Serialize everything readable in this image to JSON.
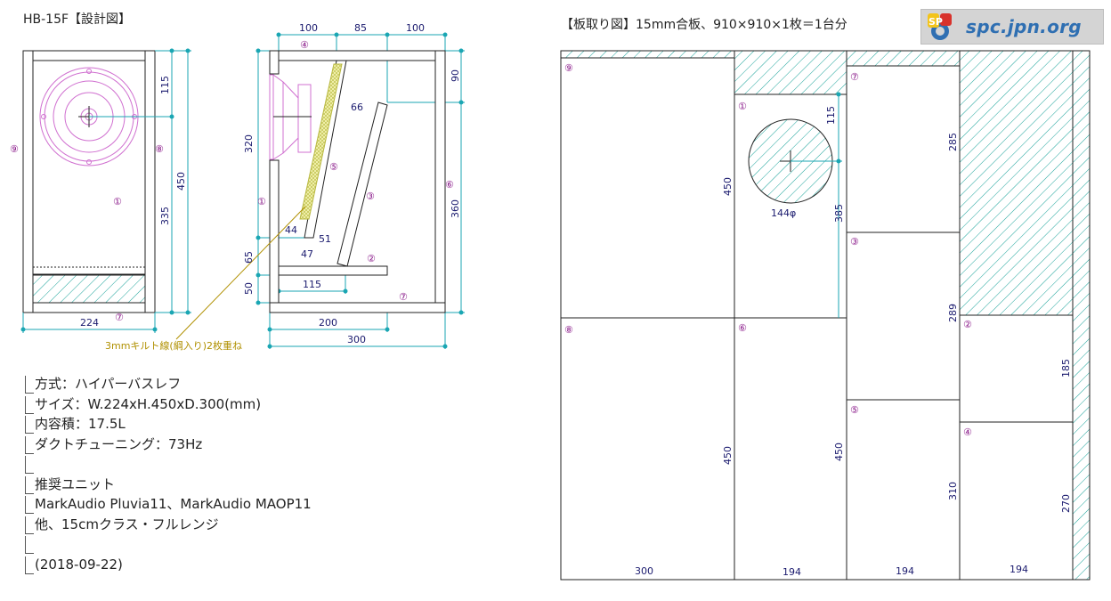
{
  "left_title": "HB-15F【設計図】",
  "right_title": "【板取り図】15mm合板、910×910×1枚＝1台分",
  "logo": {
    "text": "spc.jpn.org",
    "mark_letters": "SP"
  },
  "colors": {
    "hatch": "#1aa39a",
    "dim_line": "#1aa6b3",
    "dim_text": "#1a1a6e",
    "circled": "#8a1a8a",
    "unit": "#c050c0",
    "kilt": "#cccc44",
    "leader": "#b09000"
  },
  "front_view": {
    "label_9": "⑨",
    "label_8": "⑧",
    "label_1": "①",
    "label_7": "⑦",
    "dim_115": "115",
    "dim_335": "335",
    "dim_450": "450",
    "dim_224": "224"
  },
  "side_view": {
    "top_100a": "100",
    "top_85": "85",
    "top_100b": "100",
    "label_4": "④",
    "label_1": "①",
    "label_5": "⑤",
    "label_3": "③",
    "label_2": "②",
    "label_6": "⑥",
    "label_7": "⑦",
    "dim_320": "320",
    "dim_65": "65",
    "dim_50": "50",
    "dim_66": "66",
    "dim_44": "44",
    "dim_51": "51",
    "dim_47": "47",
    "dim_115": "115",
    "dim_200": "200",
    "dim_300": "300",
    "dim_90": "90",
    "dim_360": "360",
    "kilt_note": "3mmキルト線(綱入り)2枚重ね"
  },
  "notes": [
    "方式：ハイパーバスレフ",
    "サイズ：W.224xH.450xD.300(mm)",
    "内容積：17.5L",
    "ダクトチューニング：73Hz",
    "",
    "推奨ユニット",
    "MarkAudio Pluvia11、MarkAudio MAOP11",
    "他、15cmクラス・フルレンジ",
    "",
    "(2018-09-22)"
  ],
  "cut_sheet": {
    "p9": {
      "label": "⑨",
      "height": "450",
      "width": "300"
    },
    "p8": {
      "label": "⑧",
      "height": "450"
    },
    "p1": {
      "label": "①",
      "hole_offset": "115",
      "height": "385",
      "hole_dia": "144φ"
    },
    "p6": {
      "label": "⑥",
      "height": "450",
      "width": "194"
    },
    "p7": {
      "label": "⑦",
      "height": "285"
    },
    "p3": {
      "label": "③",
      "height": "289"
    },
    "p5": {
      "label": "⑤",
      "height": "310",
      "width": "194"
    },
    "p2": {
      "label": "②",
      "height": "185"
    },
    "p4": {
      "label": "④",
      "height": "270",
      "width": "194"
    }
  }
}
